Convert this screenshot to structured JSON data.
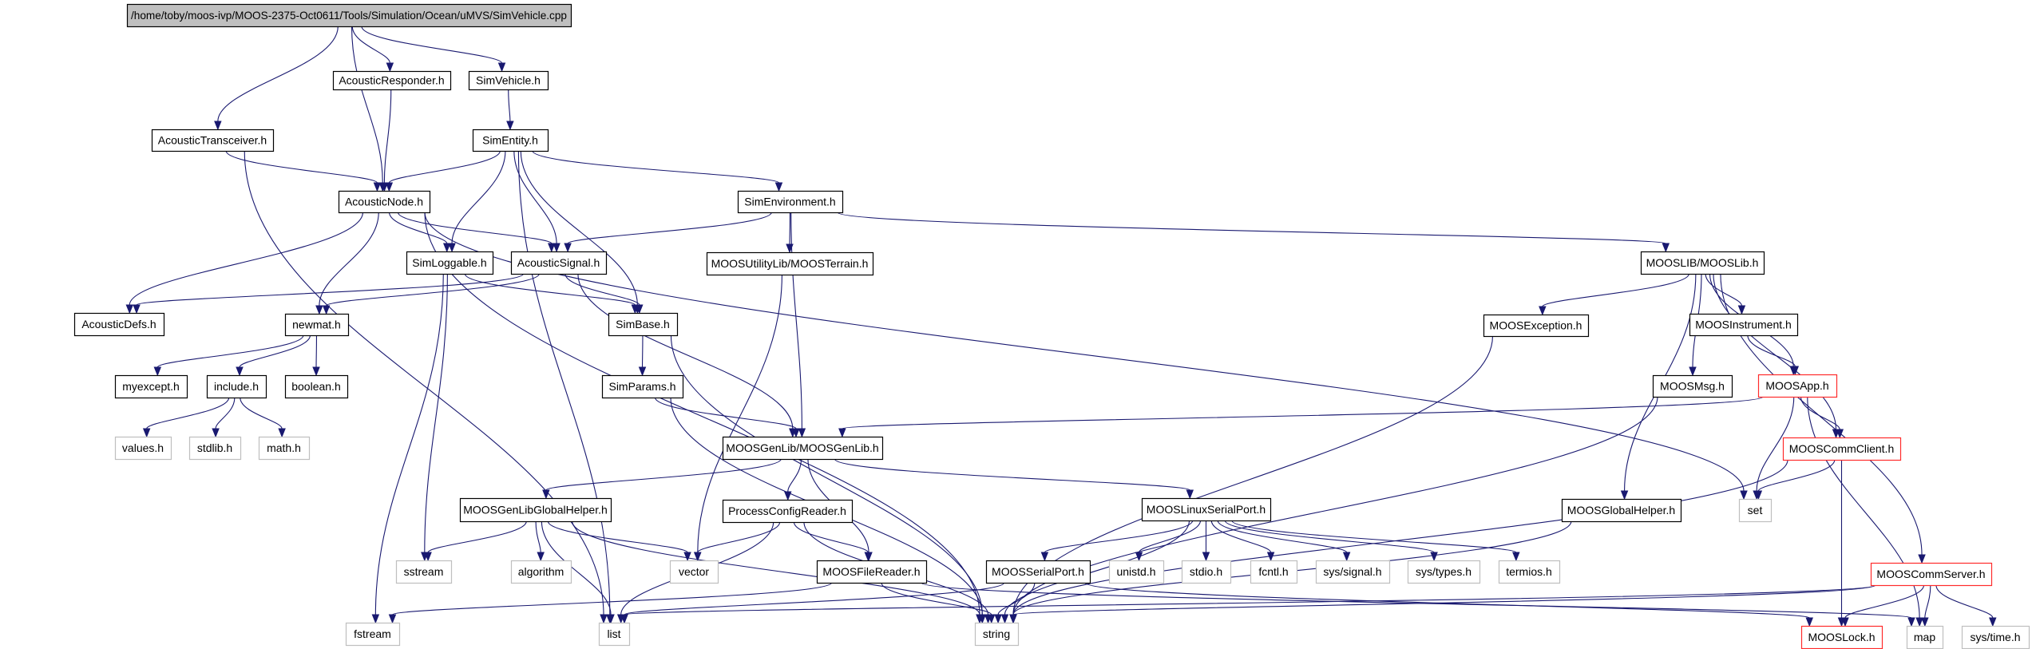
{
  "diagram": {
    "type": "include-dependency-graph",
    "colors": {
      "edge": "#191970",
      "root_fill": "#bfbfbf",
      "normal_border": "#000000",
      "truncated_border": "#ff2b2b",
      "system_border": "#bfbfbf"
    },
    "nodes": [
      {
        "id": "root",
        "label": "/home/toby/moos-ivp/MOOS-2375-Oct0611/Tools/Simulation/Ocean/uMVS/SimVehicle.cpp",
        "style": "root"
      },
      {
        "id": "AcousticResponder",
        "label": "AcousticResponder.h",
        "style": "normal"
      },
      {
        "id": "SimVehicle",
        "label": "SimVehicle.h",
        "style": "normal"
      },
      {
        "id": "AcousticTransceiver",
        "label": "AcousticTransceiver.h",
        "style": "normal"
      },
      {
        "id": "SimEntity",
        "label": "SimEntity.h",
        "style": "normal"
      },
      {
        "id": "AcousticNode",
        "label": "AcousticNode.h",
        "style": "normal"
      },
      {
        "id": "SimEnvironment",
        "label": "SimEnvironment.h",
        "style": "normal"
      },
      {
        "id": "SimLoggable",
        "label": "SimLoggable.h",
        "style": "normal"
      },
      {
        "id": "AcousticSignal",
        "label": "AcousticSignal.h",
        "style": "normal"
      },
      {
        "id": "MOOSTerrain",
        "label": "MOOSUtilityLib/MOOSTerrain.h",
        "style": "normal"
      },
      {
        "id": "MOOSLib",
        "label": "MOOSLIB/MOOSLib.h",
        "style": "normal"
      },
      {
        "id": "AcousticDefs",
        "label": "AcousticDefs.h",
        "style": "normal"
      },
      {
        "id": "newmat",
        "label": "newmat.h",
        "style": "normal"
      },
      {
        "id": "SimBase",
        "label": "SimBase.h",
        "style": "normal"
      },
      {
        "id": "MOOSException",
        "label": "MOOSException.h",
        "style": "normal"
      },
      {
        "id": "MOOSInstrument",
        "label": "MOOSInstrument.h",
        "style": "normal"
      },
      {
        "id": "myexcept",
        "label": "myexcept.h",
        "style": "normal"
      },
      {
        "id": "include",
        "label": "include.h",
        "style": "normal"
      },
      {
        "id": "boolean",
        "label": "boolean.h",
        "style": "normal"
      },
      {
        "id": "SimParams",
        "label": "SimParams.h",
        "style": "normal"
      },
      {
        "id": "MOOSMsg",
        "label": "MOOSMsg.h",
        "style": "normal"
      },
      {
        "id": "MOOSApp",
        "label": "MOOSApp.h",
        "style": "red"
      },
      {
        "id": "values",
        "label": "values.h",
        "style": "system"
      },
      {
        "id": "stdlib",
        "label": "stdlib.h",
        "style": "system"
      },
      {
        "id": "math",
        "label": "math.h",
        "style": "system"
      },
      {
        "id": "MOOSGenLib",
        "label": "MOOSGenLib/MOOSGenLib.h",
        "style": "normal"
      },
      {
        "id": "MOOSCommClient",
        "label": "MOOSCommClient.h",
        "style": "red"
      },
      {
        "id": "MOOSGenLibGlobalHelper",
        "label": "MOOSGenLibGlobalHelper.h",
        "style": "normal"
      },
      {
        "id": "ProcessConfigReader",
        "label": "ProcessConfigReader.h",
        "style": "normal"
      },
      {
        "id": "MOOSLinuxSerialPort",
        "label": "MOOSLinuxSerialPort.h",
        "style": "normal"
      },
      {
        "id": "MOOSGlobalHelper",
        "label": "MOOSGlobalHelper.h",
        "style": "normal"
      },
      {
        "id": "set",
        "label": "set",
        "style": "system"
      },
      {
        "id": "sstream",
        "label": "sstream",
        "style": "system"
      },
      {
        "id": "algorithm",
        "label": "algorithm",
        "style": "system"
      },
      {
        "id": "vector",
        "label": "vector",
        "style": "system"
      },
      {
        "id": "MOOSFileReader",
        "label": "MOOSFileReader.h",
        "style": "normal"
      },
      {
        "id": "MOOSSerialPort",
        "label": "MOOSSerialPort.h",
        "style": "normal"
      },
      {
        "id": "unistd",
        "label": "unistd.h",
        "style": "system"
      },
      {
        "id": "stdio",
        "label": "stdio.h",
        "style": "system"
      },
      {
        "id": "fcntl",
        "label": "fcntl.h",
        "style": "system"
      },
      {
        "id": "syssignal",
        "label": "sys/signal.h",
        "style": "system"
      },
      {
        "id": "systypes",
        "label": "sys/types.h",
        "style": "system"
      },
      {
        "id": "termios",
        "label": "termios.h",
        "style": "system"
      },
      {
        "id": "MOOSCommServer",
        "label": "MOOSCommServer.h",
        "style": "red"
      },
      {
        "id": "fstream",
        "label": "fstream",
        "style": "system"
      },
      {
        "id": "list",
        "label": "list",
        "style": "system"
      },
      {
        "id": "string",
        "label": "string",
        "style": "system"
      },
      {
        "id": "MOOSLock",
        "label": "MOOSLock.h",
        "style": "red"
      },
      {
        "id": "map",
        "label": "map",
        "style": "system"
      },
      {
        "id": "systime",
        "label": "sys/time.h",
        "style": "system"
      }
    ],
    "edges": [
      [
        "root",
        "AcousticTransceiver"
      ],
      [
        "root",
        "AcousticNode"
      ],
      [
        "root",
        "AcousticResponder"
      ],
      [
        "root",
        "SimVehicle"
      ],
      [
        "AcousticResponder",
        "AcousticNode"
      ],
      [
        "SimVehicle",
        "SimEntity"
      ],
      [
        "AcousticTransceiver",
        "AcousticNode"
      ],
      [
        "AcousticTransceiver",
        "list"
      ],
      [
        "SimEntity",
        "AcousticNode"
      ],
      [
        "SimEntity",
        "SimLoggable"
      ],
      [
        "SimEntity",
        "AcousticSignal"
      ],
      [
        "SimEntity",
        "SimBase"
      ],
      [
        "SimEntity",
        "SimEnvironment"
      ],
      [
        "SimEntity",
        "list"
      ],
      [
        "AcousticNode",
        "AcousticDefs"
      ],
      [
        "AcousticNode",
        "newmat"
      ],
      [
        "AcousticNode",
        "SimLoggable"
      ],
      [
        "AcousticNode",
        "AcousticSignal"
      ],
      [
        "AcousticNode",
        "set"
      ],
      [
        "AcousticNode",
        "string"
      ],
      [
        "SimEnvironment",
        "AcousticSignal"
      ],
      [
        "SimEnvironment",
        "MOOSTerrain"
      ],
      [
        "SimEnvironment",
        "MOOSGenLib"
      ],
      [
        "SimEnvironment",
        "MOOSLib"
      ],
      [
        "SimLoggable",
        "SimBase"
      ],
      [
        "SimLoggable",
        "sstream"
      ],
      [
        "SimLoggable",
        "fstream"
      ],
      [
        "AcousticSignal",
        "AcousticDefs"
      ],
      [
        "AcousticSignal",
        "newmat"
      ],
      [
        "AcousticSignal",
        "SimBase"
      ],
      [
        "AcousticSignal",
        "MOOSGenLib"
      ],
      [
        "MOOSTerrain",
        "vector"
      ],
      [
        "newmat",
        "myexcept"
      ],
      [
        "newmat",
        "include"
      ],
      [
        "newmat",
        "boolean"
      ],
      [
        "include",
        "values"
      ],
      [
        "include",
        "stdlib"
      ],
      [
        "include",
        "math"
      ],
      [
        "SimBase",
        "SimParams"
      ],
      [
        "SimBase",
        "string"
      ],
      [
        "SimParams",
        "MOOSGenLib"
      ],
      [
        "SimParams",
        "string"
      ],
      [
        "MOOSLib",
        "MOOSException"
      ],
      [
        "MOOSLib",
        "MOOSInstrument"
      ],
      [
        "MOOSLib",
        "MOOSMsg"
      ],
      [
        "MOOSLib",
        "MOOSApp"
      ],
      [
        "MOOSLib",
        "MOOSCommClient"
      ],
      [
        "MOOSLib",
        "MOOSGlobalHelper"
      ],
      [
        "MOOSLib",
        "MOOSCommServer"
      ],
      [
        "MOOSException",
        "string"
      ],
      [
        "MOOSInstrument",
        "MOOSApp"
      ],
      [
        "MOOSMsg",
        "string"
      ],
      [
        "MOOSApp",
        "MOOSGenLib"
      ],
      [
        "MOOSApp",
        "MOOSCommClient"
      ],
      [
        "MOOSApp",
        "set"
      ],
      [
        "MOOSApp",
        "map"
      ],
      [
        "MOOSCommClient",
        "set"
      ],
      [
        "MOOSCommClient",
        "MOOSLock"
      ],
      [
        "MOOSCommClient",
        "string"
      ],
      [
        "MOOSGlobalHelper",
        "string"
      ],
      [
        "MOOSGenLib",
        "MOOSGenLibGlobalHelper"
      ],
      [
        "MOOSGenLib",
        "ProcessConfigReader"
      ],
      [
        "MOOSGenLib",
        "MOOSFileReader"
      ],
      [
        "MOOSGenLib",
        "MOOSLinuxSerialPort"
      ],
      [
        "MOOSGenLibGlobalHelper",
        "sstream"
      ],
      [
        "MOOSGenLibGlobalHelper",
        "algorithm"
      ],
      [
        "MOOSGenLibGlobalHelper",
        "vector"
      ],
      [
        "MOOSGenLibGlobalHelper",
        "list"
      ],
      [
        "MOOSGenLibGlobalHelper",
        "string"
      ],
      [
        "ProcessConfigReader",
        "vector"
      ],
      [
        "ProcessConfigReader",
        "MOOSFileReader"
      ],
      [
        "ProcessConfigReader",
        "list"
      ],
      [
        "ProcessConfigReader",
        "string"
      ],
      [
        "MOOSFileReader",
        "fstream"
      ],
      [
        "MOOSFileReader",
        "string"
      ],
      [
        "MOOSFileReader",
        "map"
      ],
      [
        "MOOSLinuxSerialPort",
        "MOOSSerialPort"
      ],
      [
        "MOOSLinuxSerialPort",
        "unistd"
      ],
      [
        "MOOSLinuxSerialPort",
        "stdio"
      ],
      [
        "MOOSLinuxSerialPort",
        "fcntl"
      ],
      [
        "MOOSLinuxSerialPort",
        "syssignal"
      ],
      [
        "MOOSLinuxSerialPort",
        "systypes"
      ],
      [
        "MOOSLinuxSerialPort",
        "termios"
      ],
      [
        "MOOSLinuxSerialPort",
        "string"
      ],
      [
        "MOOSSerialPort",
        "string"
      ],
      [
        "MOOSSerialPort",
        "list"
      ],
      [
        "MOOSSerialPort",
        "MOOSLock"
      ],
      [
        "MOOSCommServer",
        "MOOSLock"
      ],
      [
        "MOOSCommServer",
        "map"
      ],
      [
        "MOOSCommServer",
        "systime"
      ],
      [
        "MOOSCommServer",
        "list"
      ],
      [
        "MOOSCommServer",
        "string"
      ]
    ]
  }
}
